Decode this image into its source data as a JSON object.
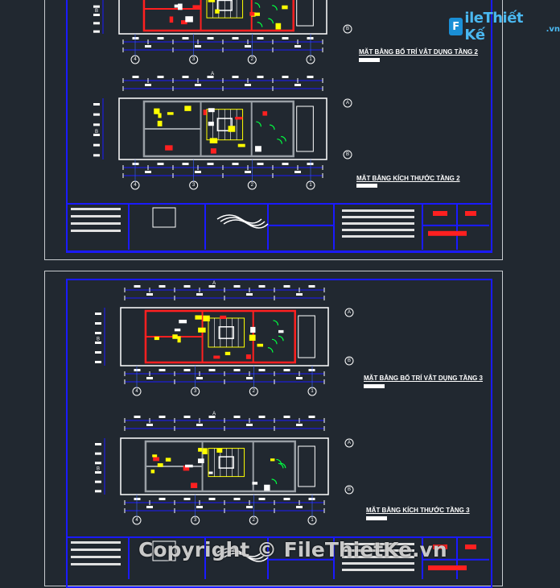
{
  "logo": {
    "icon_name": "file-icon",
    "badge": "F",
    "text": "ileThiết Kế",
    "ext": ".vn"
  },
  "sheets": [
    {
      "captions": {
        "upper": "MẶT BẰNG BỐ TRÍ VẬT DỤNG TẦNG 2",
        "lower": "MẶT BẰNG KÍCH THƯỚC TẦNG 2"
      }
    },
    {
      "captions": {
        "upper": "MẶT BẰNG BỐ TRÍ VẬT DỤNG TẦNG 3",
        "lower": "MẶT BẰNG KÍCH THƯỚC TẦNG 3"
      }
    }
  ],
  "grid_labels": {
    "columns": [
      "4",
      "3",
      "2",
      "1"
    ],
    "rows": [
      "A",
      "B"
    ]
  },
  "watermark": "Copyright © FileThietKe.vn",
  "colors": {
    "background": "#212830",
    "frame": "#1a1aff",
    "wall": "#ffffff",
    "accent_red": "#ff2020",
    "accent_yellow": "#ffff00",
    "accent_green": "#00ff40",
    "logo": "#1a8fd6"
  }
}
